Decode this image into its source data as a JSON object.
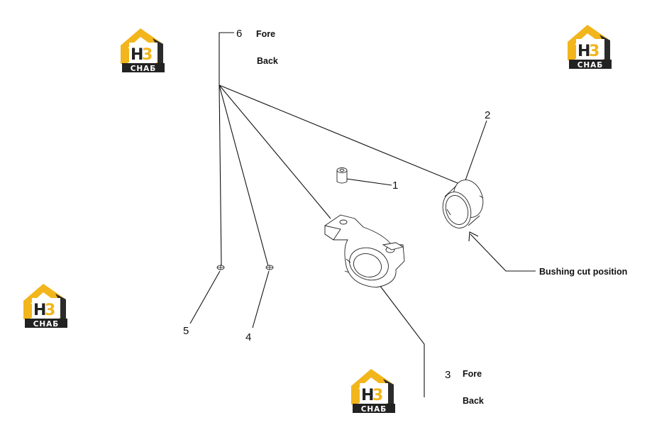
{
  "callouts": {
    "c1": "1",
    "c2": "2",
    "c3": "3",
    "c4": "4",
    "c5": "5",
    "c6": "6"
  },
  "labels": {
    "fore_6": "Fore",
    "back_6": "Back",
    "fore_3": "Fore",
    "back_3": "Back",
    "bushing_cut": "Bushing cut  position"
  },
  "watermark": {
    "mark": "H3",
    "word": "СНАБ"
  },
  "colors": {
    "line": "#111111",
    "logo_yellow": "#f2b51b",
    "logo_dark": "#222222"
  }
}
